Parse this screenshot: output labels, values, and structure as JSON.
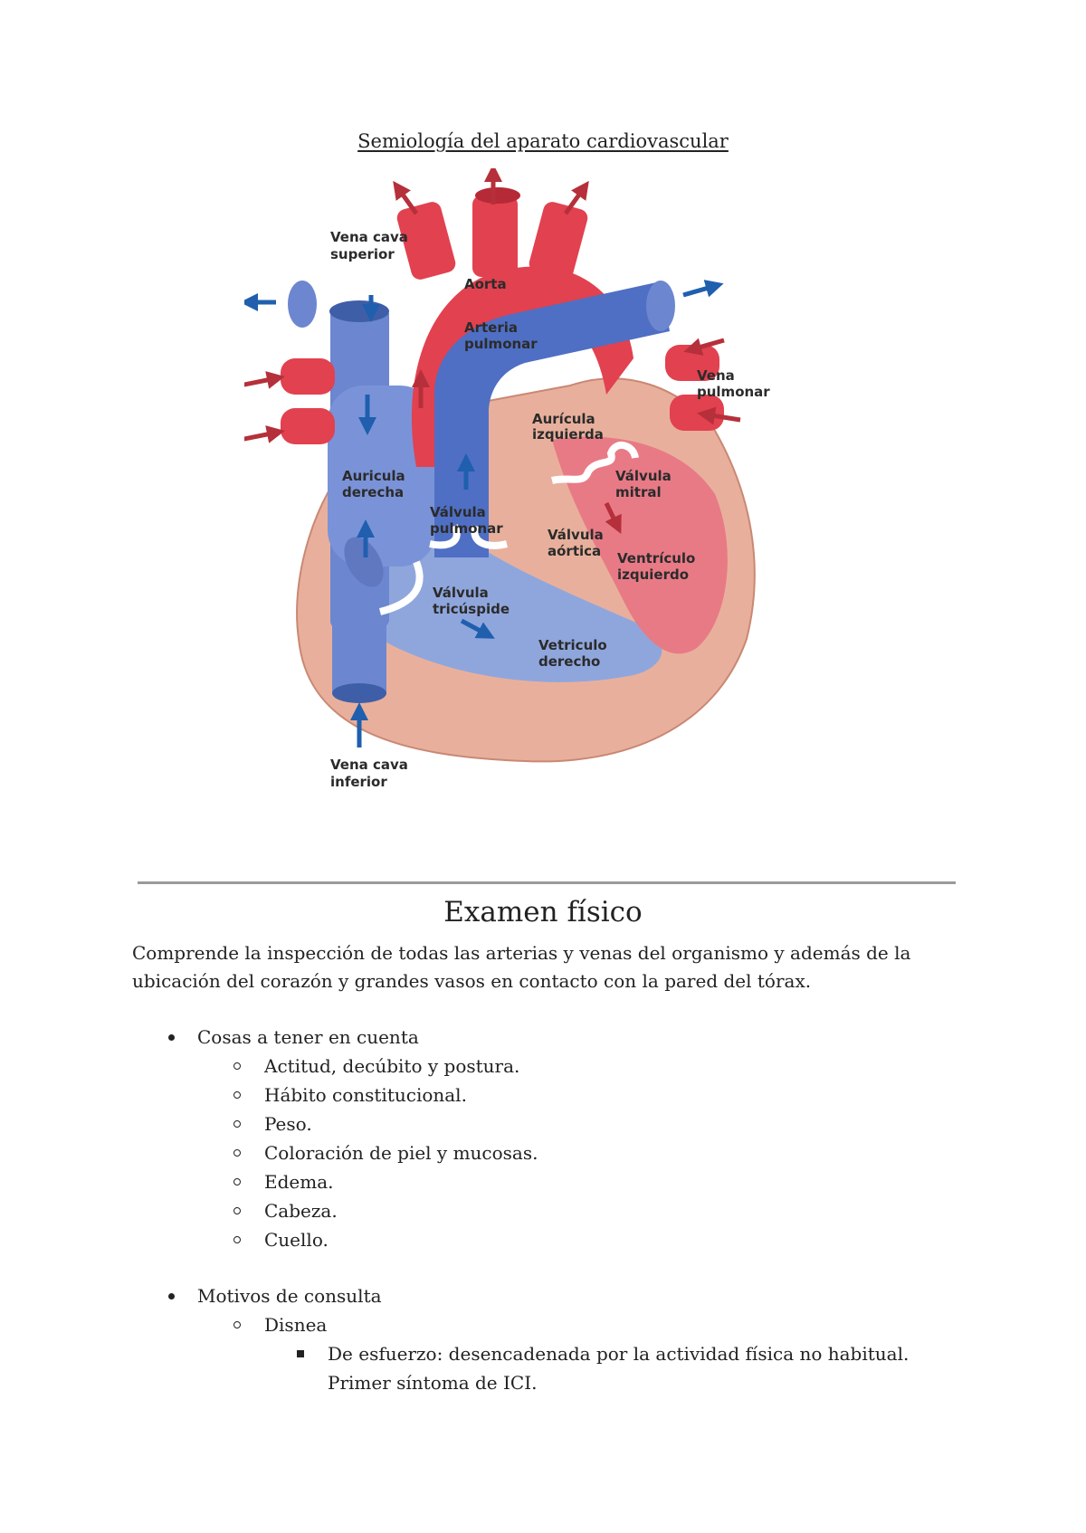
{
  "document": {
    "title": "Semiología del aparato cardiovascular"
  },
  "figure": {
    "labels": {
      "vena_cava_superior_1": "Vena cava",
      "vena_cava_superior_2": "superior",
      "aorta": "Aorta",
      "arteria_pulmonar_1": "Arteria",
      "arteria_pulmonar_2": "pulmonar",
      "vena_pulmonar_1": "Vena",
      "vena_pulmonar_2": "pulmonar",
      "auricula_izquierda_1": "Aurícula",
      "auricula_izquierda_2": "izquierda",
      "auricula_derecha_1": "Auricula",
      "auricula_derecha_2": "derecha",
      "valvula_mitral_1": "Válvula",
      "valvula_mitral_2": "mitral",
      "valvula_pulmonar_1": "Válvula",
      "valvula_pulmonar_2": "pulmonar",
      "valvula_aortica_1": "Válvula",
      "valvula_aortica_2": "aórtica",
      "ventriculo_izquierdo_1": "Ventrículo",
      "ventriculo_izquierdo_2": "izquierdo",
      "valvula_tricuspide_1": "Válvula",
      "valvula_tricuspide_2": "tricúspide",
      "ventriculo_derecho_1": "Vetriculo",
      "ventriculo_derecho_2": "derecho",
      "vena_cava_inferior_1": "Vena cava",
      "vena_cava_inferior_2": "inferior"
    },
    "colors": {
      "oxygenated": "#e2414f",
      "deoxygenated": "#5a78c8",
      "myocardium": "#e8b09c",
      "arrow_red": "#b5303a",
      "arrow_blue": "#1f5fae"
    }
  },
  "section": {
    "heading": "Examen físico",
    "intro": "Comprende la inspección de todas las arterias y venas del organismo y además de la ubicación del corazón y grandes vasos en contacto con la pared del tórax."
  },
  "list": {
    "group1": {
      "label": "Cosas a tener en cuenta",
      "items": [
        "Actitud, decúbito y postura.",
        "Hábito constitucional.",
        "Peso.",
        "Coloración de piel y mucosas.",
        "Edema.",
        "Cabeza.",
        "Cuello."
      ]
    },
    "group2": {
      "label": "Motivos de consulta",
      "sub_label": "Disnea",
      "detail": "De esfuerzo: desencadenada por la actividad física no habitual. Primer síntoma de ICI."
    }
  }
}
